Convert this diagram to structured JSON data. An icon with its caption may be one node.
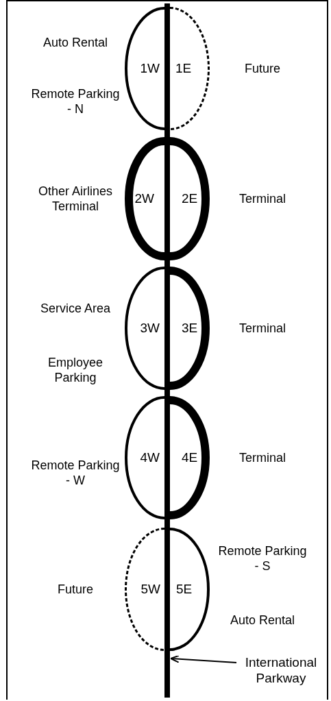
{
  "diagram": {
    "nodes": [
      {
        "text": [
          "1W"
        ],
        "beside": [
          "Auto Rental",
          "Remote Parking - N"
        ]
      },
      {
        "text": [
          "1E"
        ],
        "beside": [
          "Future"
        ]
      },
      {
        "text": [
          "2W"
        ],
        "beside": [
          "Other Airlines Terminal"
        ]
      },
      {
        "text": [
          "2E"
        ],
        "beside": [
          "Terminal"
        ]
      },
      {
        "text": [
          "3W"
        ],
        "beside": [
          "Service Area",
          "Employee Parking"
        ]
      },
      {
        "text": [
          "3E"
        ],
        "beside": [
          "Terminal"
        ]
      },
      {
        "text": [
          "4W"
        ],
        "beside": [
          "Remote Parking - W"
        ]
      },
      {
        "text": [
          "4E"
        ],
        "beside": [
          "Terminal"
        ]
      },
      {
        "text": [
          "5W"
        ],
        "beside": [
          "Future"
        ]
      },
      {
        "text": [
          "5E"
        ],
        "beside": [
          "Remote Parking - S",
          "Auto Rental"
        ]
      },
      {
        "text": [],
        "shape": "bar"
      },
      {
        "text": [
          "International Parkway"
        ]
      }
    ],
    "edges": [
      {
        "from": 11,
        "to": 10,
        "arrow": "to"
      }
    ]
  }
}
